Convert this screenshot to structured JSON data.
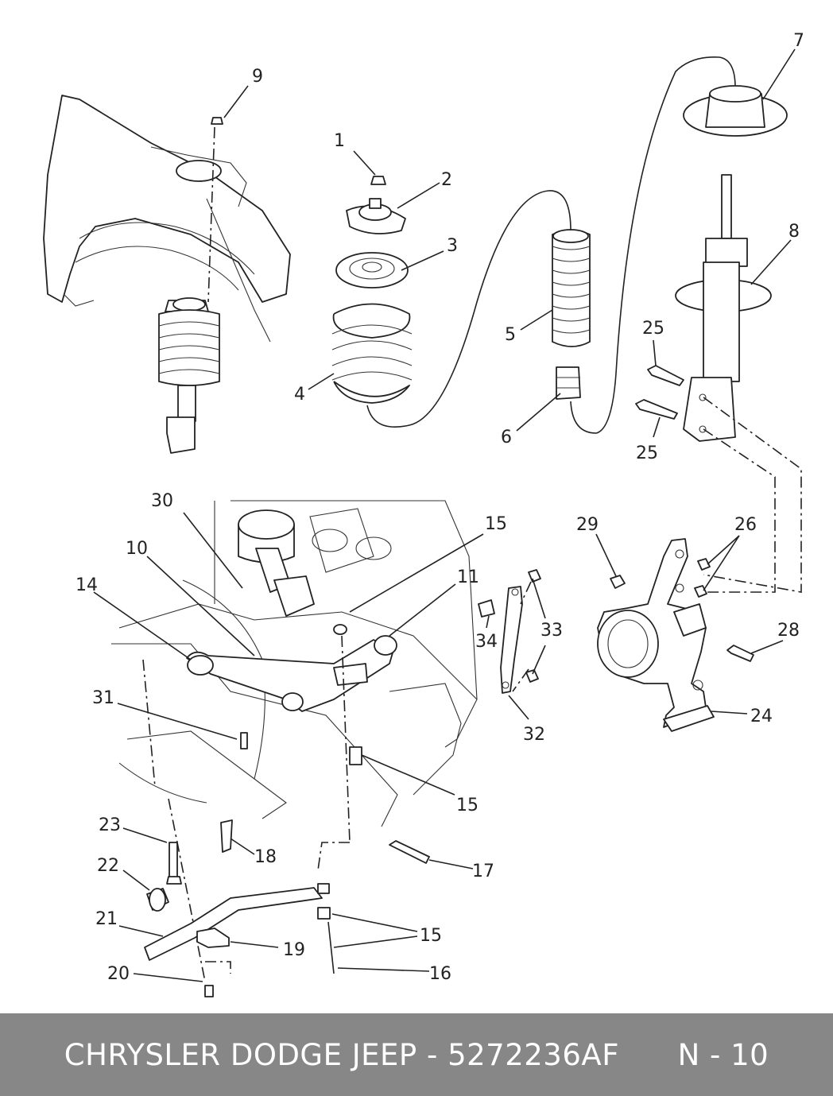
{
  "callouts": [
    "1",
    "2",
    "3",
    "4",
    "5",
    "6",
    "7",
    "8",
    "9",
    "10",
    "11",
    "14",
    "15",
    "15",
    "15",
    "15",
    "16",
    "17",
    "18",
    "19",
    "20",
    "21",
    "22",
    "23",
    "24",
    "25",
    "25",
    "26",
    "28",
    "29",
    "30",
    "31",
    "32",
    "33",
    "34"
  ],
  "footer": {
    "brand": "CHRYSLER DODGE JEEP - 5272236AF",
    "page": "N - 10"
  }
}
